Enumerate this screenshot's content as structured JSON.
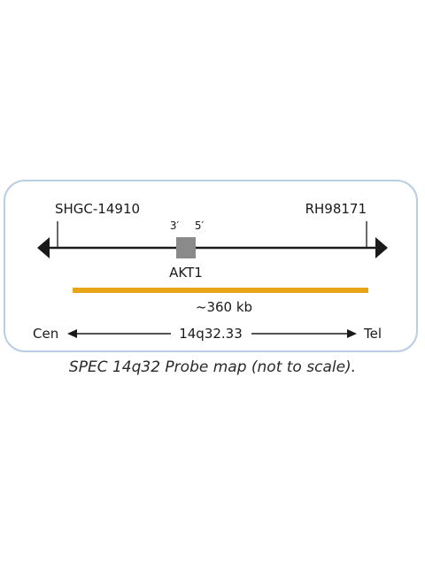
{
  "markers": {
    "left": "SHGC-14910",
    "right": "RH98171"
  },
  "gene": {
    "name": "AKT1",
    "end_3": "3′",
    "end_5": "5′",
    "box_color": "#8a8a8a"
  },
  "probe": {
    "length": "~360 kb",
    "color": "#e8a317"
  },
  "orientation": {
    "cen": "Cen",
    "band": "14q32.33",
    "tel": "Tel"
  },
  "caption": "SPEC 14q32 Probe map (not to scale).",
  "colors": {
    "frame": "#b9cde3",
    "line": "#1a1a1a"
  }
}
